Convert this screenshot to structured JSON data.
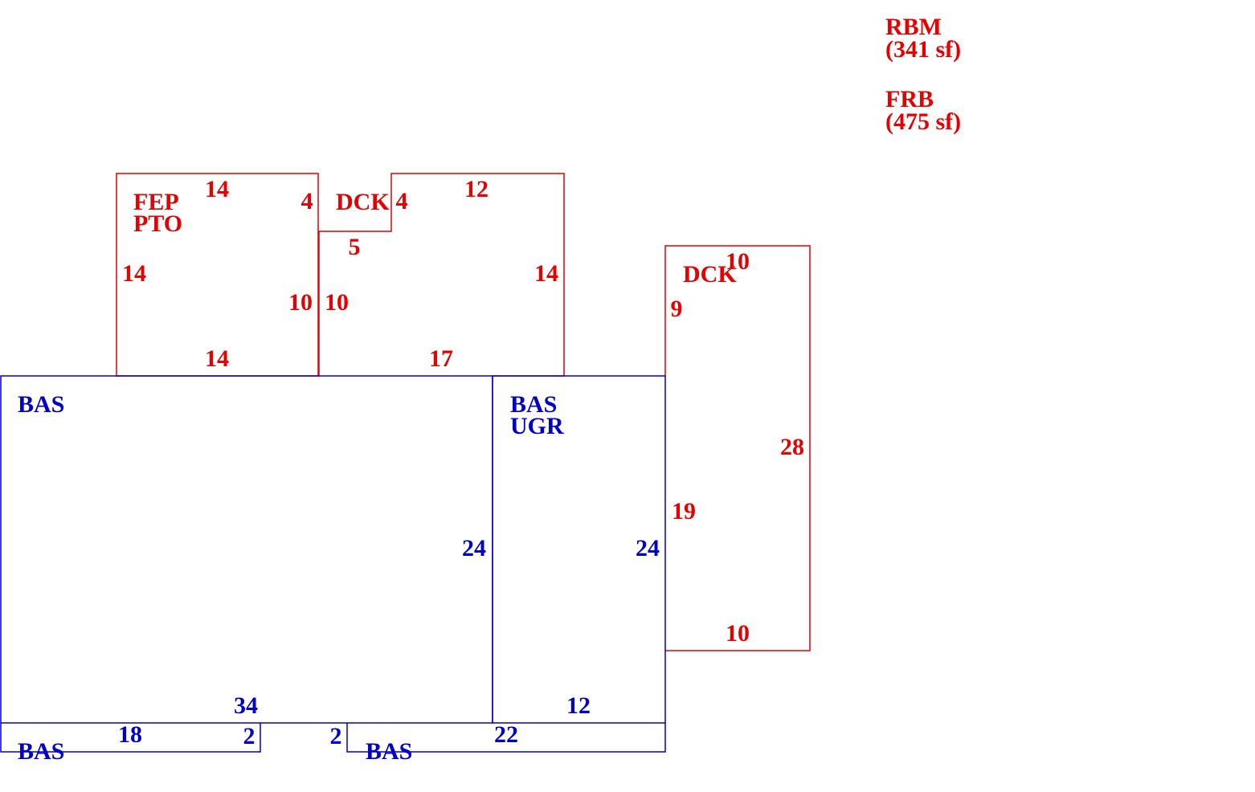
{
  "colors": {
    "main": "#0000cc",
    "addition": "#e60000"
  },
  "legend": [
    {
      "code": "RBM",
      "area": "(341 sf)"
    },
    {
      "code": "FRB",
      "area": "(475 sf)"
    }
  ],
  "areas": {
    "fep_pto": {
      "line1": "FEP",
      "line2": "PTO",
      "top": "14",
      "right": "4",
      "left": "14",
      "inner": "10",
      "bottom": "14"
    },
    "dck_upper": {
      "label": "DCK",
      "inner_left": "4",
      "step": "5",
      "inner_right": "10",
      "top": "12",
      "right": "14",
      "bottom": "17"
    },
    "dck_side": {
      "label": "DCK",
      "top": "10",
      "left_upper": "9",
      "right": "28",
      "left_lower": "19",
      "bottom": "10"
    },
    "bas_main": {
      "label": "BAS",
      "right": "24",
      "bottom": "34"
    },
    "bas_ugr": {
      "line1": "BAS",
      "line2": "UGR",
      "right": "24",
      "bottom": "12"
    },
    "bas_bottom_left": {
      "label": "BAS",
      "top": "18",
      "right": "2"
    },
    "bas_bottom_right": {
      "label": "BAS",
      "left": "2",
      "top": "22"
    }
  }
}
